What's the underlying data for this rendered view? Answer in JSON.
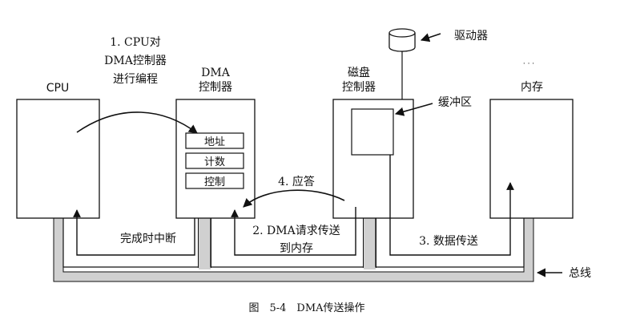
{
  "labels": {
    "cpu": "CPU",
    "dma_title_1": "DMA",
    "dma_title_2": "控制器",
    "disk_title_1": "磁盘",
    "disk_title_2": "控制器",
    "memory": "内存",
    "drive": "驱动器",
    "buffer": "缓冲区",
    "bus": "总线",
    "reg_address": "地址",
    "reg_count": "计数",
    "reg_control": "控制"
  },
  "steps": {
    "step1_line1": "1. CPU对",
    "step1_line2": "DMA控制器",
    "step1_line3": "进行编程",
    "step2_line1": "2. DMA请求传送",
    "step2_line2": "到内存",
    "step3": "3. 数据传送",
    "step4": "4. 应答",
    "interrupt": "完成时中断"
  },
  "caption": "图　5-4　DMA传送操作",
  "colors": {
    "bus_fill": "#d0d0d0",
    "stroke": "#111111"
  }
}
